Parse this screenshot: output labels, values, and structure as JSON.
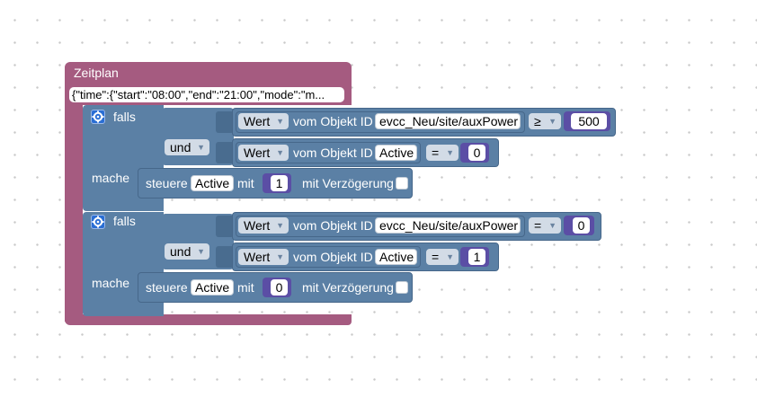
{
  "schedule": {
    "title": "Zeitplan",
    "config": "{\"time\":{\"start\":\"08:00\",\"end\":\"21:00\",\"mode\":\"m..."
  },
  "ifs": [
    {
      "falls_label": "falls",
      "und_label": "und",
      "mache_label": "mache",
      "cond1": {
        "wert": "Wert",
        "vom": "vom Objekt ID",
        "id": "evcc_Neu/site/auxPower",
        "op": "≥",
        "value": "500"
      },
      "cond2": {
        "wert": "Wert",
        "vom": "vom Objekt ID",
        "id": "Active",
        "op": "=",
        "value": "0"
      },
      "action": {
        "steuere": "steuere",
        "target": "Active",
        "mit": "mit",
        "value": "1",
        "delay": "mit Verzögerung"
      }
    },
    {
      "falls_label": "falls",
      "und_label": "und",
      "mache_label": "mache",
      "cond1": {
        "wert": "Wert",
        "vom": "vom Objekt ID",
        "id": "evcc_Neu/site/auxPower",
        "op": "=",
        "value": "0"
      },
      "cond2": {
        "wert": "Wert",
        "vom": "vom Objekt ID",
        "id": "Active",
        "op": "=",
        "value": "1"
      },
      "action": {
        "steuere": "steuere",
        "target": "Active",
        "mit": "mit",
        "value": "0",
        "delay": "mit Verzögerung"
      }
    }
  ]
}
